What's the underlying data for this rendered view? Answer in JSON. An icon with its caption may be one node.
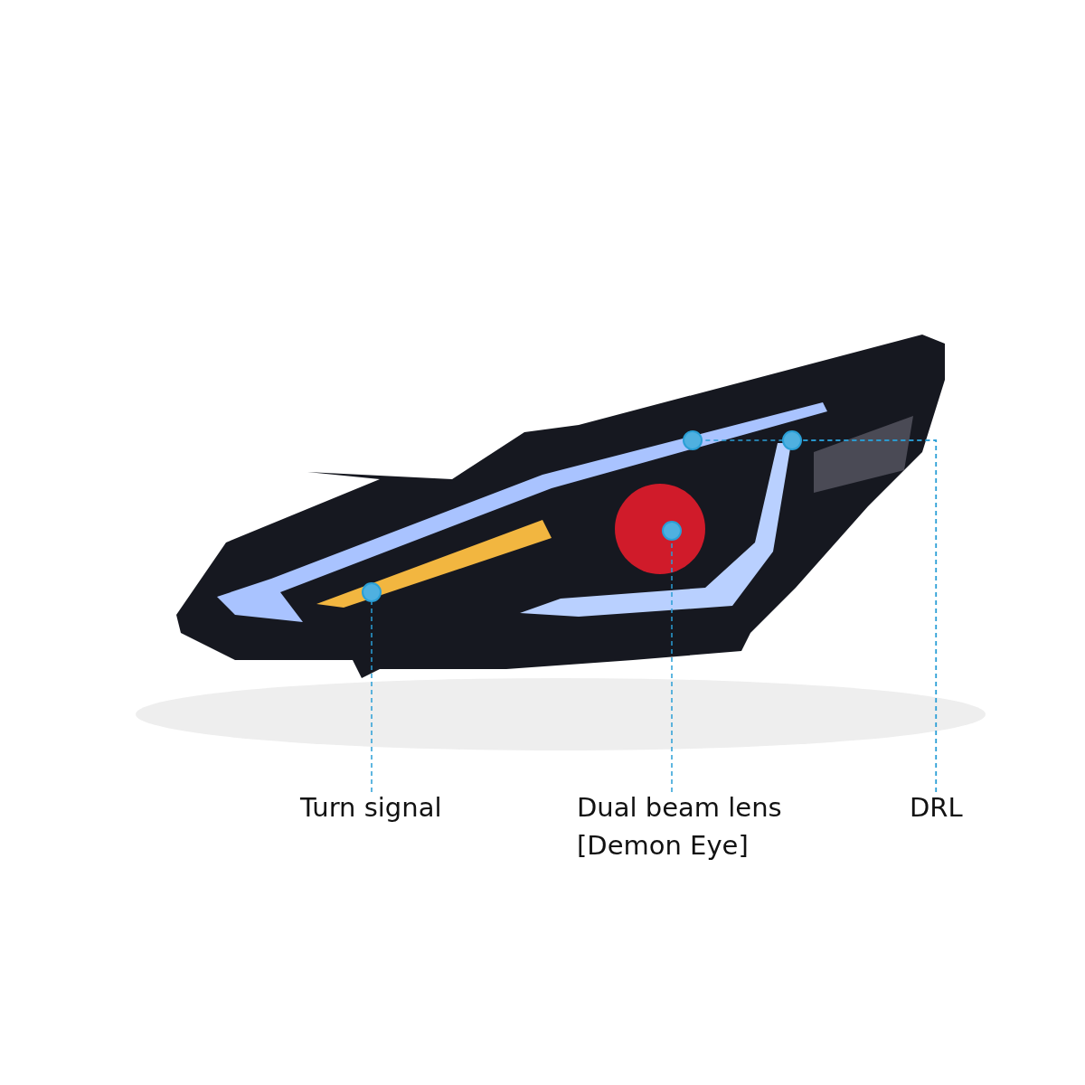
{
  "diagram": {
    "nodes": [
      {
        "text": [],
        "shape": "circle"
      },
      {
        "text": [],
        "shape": "circle"
      },
      {
        "text": [],
        "shape": "circle"
      },
      {
        "text": [],
        "shape": "circle"
      },
      {
        "text": [
          "Turn signal"
        ]
      },
      {
        "text": [
          "Dual beam lens [Demon Eye]"
        ]
      },
      {
        "text": [
          "DRL"
        ]
      }
    ],
    "edges": [
      {
        "from": 4,
        "to": 3,
        "arrow": "none",
        "style": "dashed"
      },
      {
        "from": 5,
        "to": 2,
        "arrow": "none",
        "style": "dashed"
      },
      {
        "from": 6,
        "to": 0,
        "arrow": "none",
        "style": "dashed"
      },
      {
        "from": 6,
        "to": 1,
        "arrow": "none",
        "style": "dashed"
      }
    ]
  }
}
